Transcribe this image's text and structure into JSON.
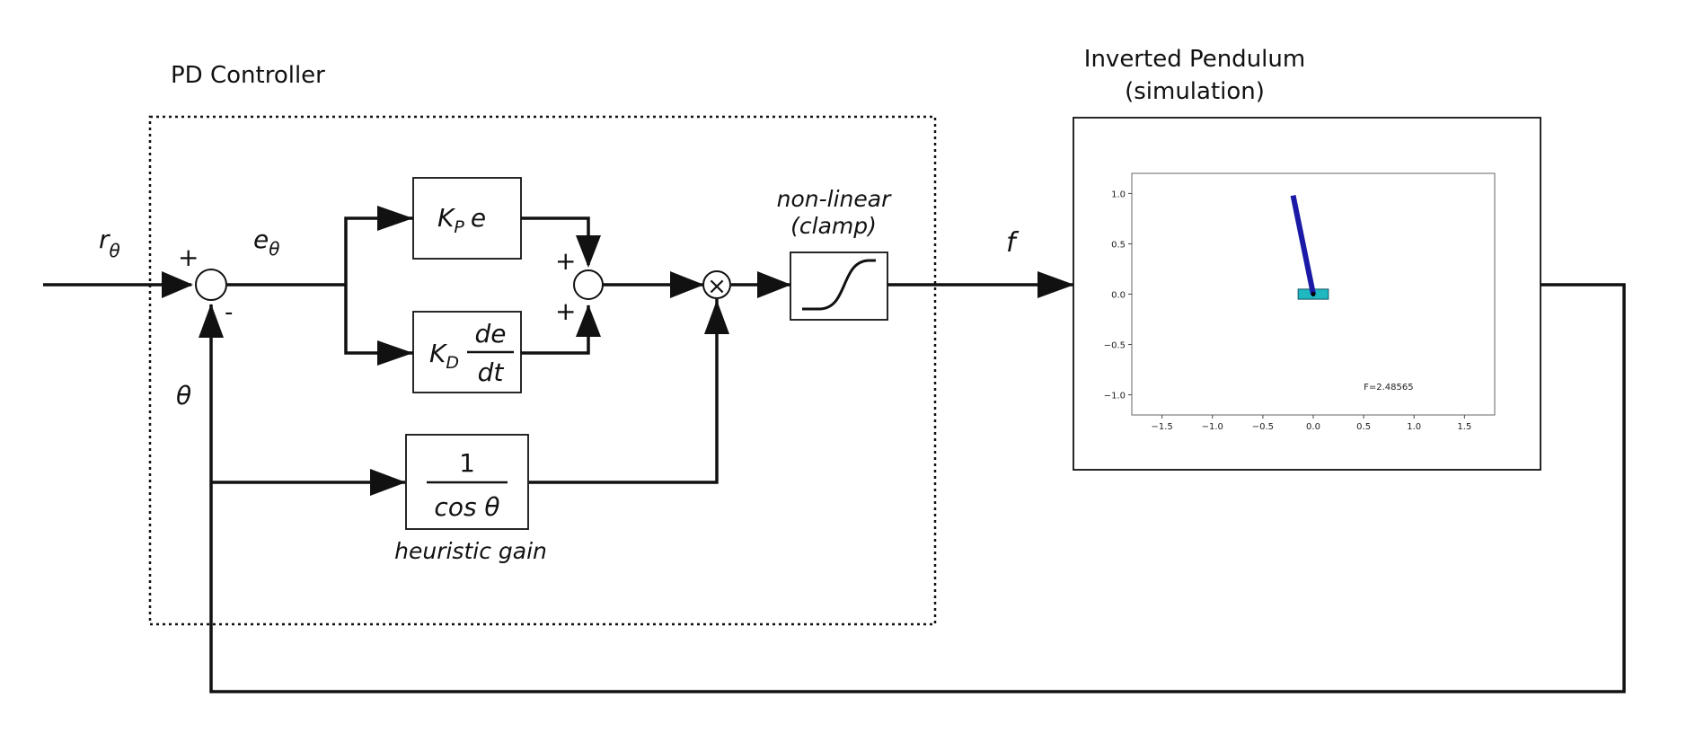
{
  "controller": {
    "title": "PD Controller",
    "ref_symbol": "r",
    "ref_sub": "θ",
    "err_symbol": "e",
    "err_sub": "θ",
    "plus": "+",
    "minus": "-",
    "theta": "θ",
    "kp_symbol": "K",
    "kp_sub": "P",
    "kp_e": "e",
    "kd_symbol": "K",
    "kd_sub": "D",
    "kd_num": "de",
    "kd_den": "dt",
    "heur_num": "1",
    "heur_den": "cos θ",
    "heur_label": "heuristic gain",
    "clamp_label_1": "non-linear",
    "clamp_label_2": "(clamp)",
    "mult": "×"
  },
  "signal_f": "f",
  "plant": {
    "title_1": "Inverted Pendulum",
    "title_2": "(simulation)"
  },
  "chart_data": {
    "type": "scatter",
    "title": "",
    "xlabel": "",
    "ylabel": "",
    "xlim": [
      -1.8,
      1.8
    ],
    "ylim": [
      -1.2,
      1.2
    ],
    "xticks": [
      "−1.5",
      "−1.0",
      "−0.5",
      "0.0",
      "0.5",
      "1.0",
      "1.5"
    ],
    "xtick_values": [
      -1.5,
      -1.0,
      -0.5,
      0.0,
      0.5,
      1.0,
      1.5
    ],
    "yticks": [
      "1.0",
      "0.5",
      "0.0",
      "−0.5",
      "−1.0"
    ],
    "ytick_values": [
      1.0,
      0.5,
      0.0,
      -0.5,
      -1.0
    ],
    "pendulum": {
      "pivot": [
        0.0,
        0.0
      ],
      "tip": [
        -0.2,
        0.98
      ],
      "color": "#1a1aa6"
    },
    "cart": {
      "x": [
        -0.15,
        0.15
      ],
      "y": [
        -0.05,
        0.05
      ],
      "color": "#20b8c0"
    },
    "annotation": {
      "text": "F=2.48565",
      "x": 0.5,
      "y": -0.95
    },
    "grid": false
  }
}
